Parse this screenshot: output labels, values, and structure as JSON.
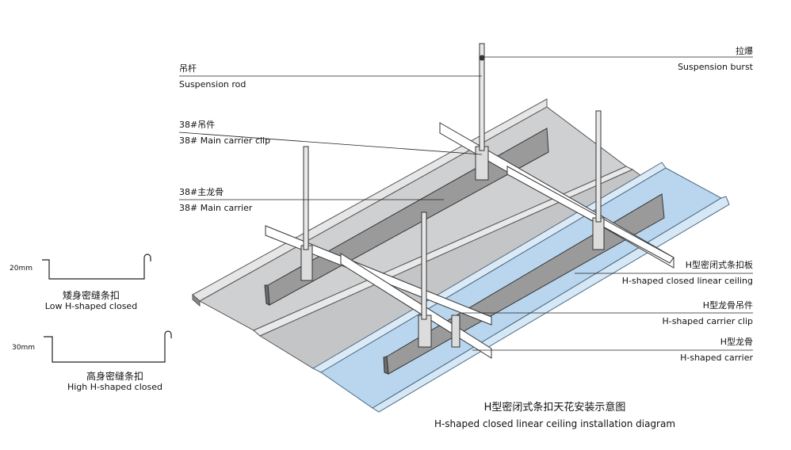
{
  "labels": {
    "suspension_burst": {
      "zh": "拉爆",
      "en": "Suspension burst"
    },
    "suspension_rod": {
      "zh": "吊杆",
      "en": "Suspension rod"
    },
    "main_carrier_clip": {
      "zh": "38#吊件",
      "en": "38# Main carrier clip"
    },
    "main_carrier": {
      "zh": "38#主龙骨",
      "en": "38# Main carrier"
    },
    "closed_ceiling": {
      "zh": "H型密闭式条扣板",
      "en": "H-shaped closed linear ceiling"
    },
    "carrier_clip": {
      "zh": "H型龙骨吊件",
      "en": "H-shaped carrier clip"
    },
    "carrier": {
      "zh": "H型龙骨",
      "en": "H-shaped carrier"
    }
  },
  "sections": {
    "low": {
      "dimension": "20mm",
      "zh": "矮身密缝条扣",
      "en": "Low H-shaped closed"
    },
    "high": {
      "dimension": "30mm",
      "zh": "高身密缝条扣",
      "en": "High H-shaped closed"
    }
  },
  "caption": {
    "zh": "H型密闭式条扣天花安装示意图",
    "en": "H-shaped closed linear ceiling installation diagram"
  },
  "colors": {
    "panel_gray": "#c8c9cb",
    "panel_blue": "#b9d6ee",
    "carrier": "#9a9a9a",
    "line": "#222222"
  }
}
